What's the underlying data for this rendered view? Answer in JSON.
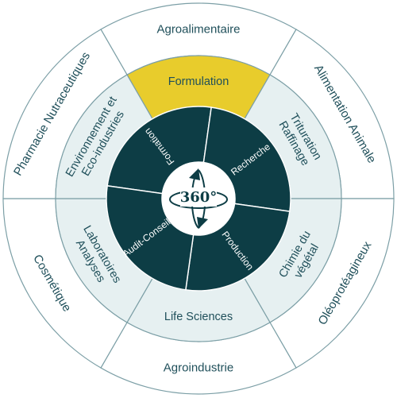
{
  "center": {
    "label": "360°"
  },
  "inner_ring": [
    {
      "label": "Formation"
    },
    {
      "label": "Recherche"
    },
    {
      "label": "Production"
    },
    {
      "label": "Audit-Conseil"
    }
  ],
  "middle_ring": [
    {
      "lines": [
        "Formulation"
      ],
      "highlight": true
    },
    {
      "lines": [
        "Trituration",
        "Raffinage"
      ],
      "highlight": false
    },
    {
      "lines": [
        "Chimie du",
        "végétal"
      ],
      "highlight": false
    },
    {
      "lines": [
        "Life Sciences"
      ],
      "highlight": false
    },
    {
      "lines": [
        "Laboratoires",
        "Analyses"
      ],
      "highlight": false
    },
    {
      "lines": [
        "Environnement et",
        "Eco-industries"
      ],
      "highlight": false
    }
  ],
  "outer_ring": [
    {
      "label": "Agroalimentaire"
    },
    {
      "label": "Alimentation Animale"
    },
    {
      "label": "Oléoprotéagineux"
    },
    {
      "label": "Agroindustrie"
    },
    {
      "label": "Cosmétique"
    },
    {
      "label": "Pharmacie Nutraceutiques"
    }
  ],
  "colors": {
    "outer_fill": "#ffffff",
    "middle_fill": "#e6f0f1",
    "highlight_fill": "#e8cc2c",
    "inner_fill": "#0d3d45",
    "line": "#7c9fa6",
    "text": "#1f4f5a"
  }
}
